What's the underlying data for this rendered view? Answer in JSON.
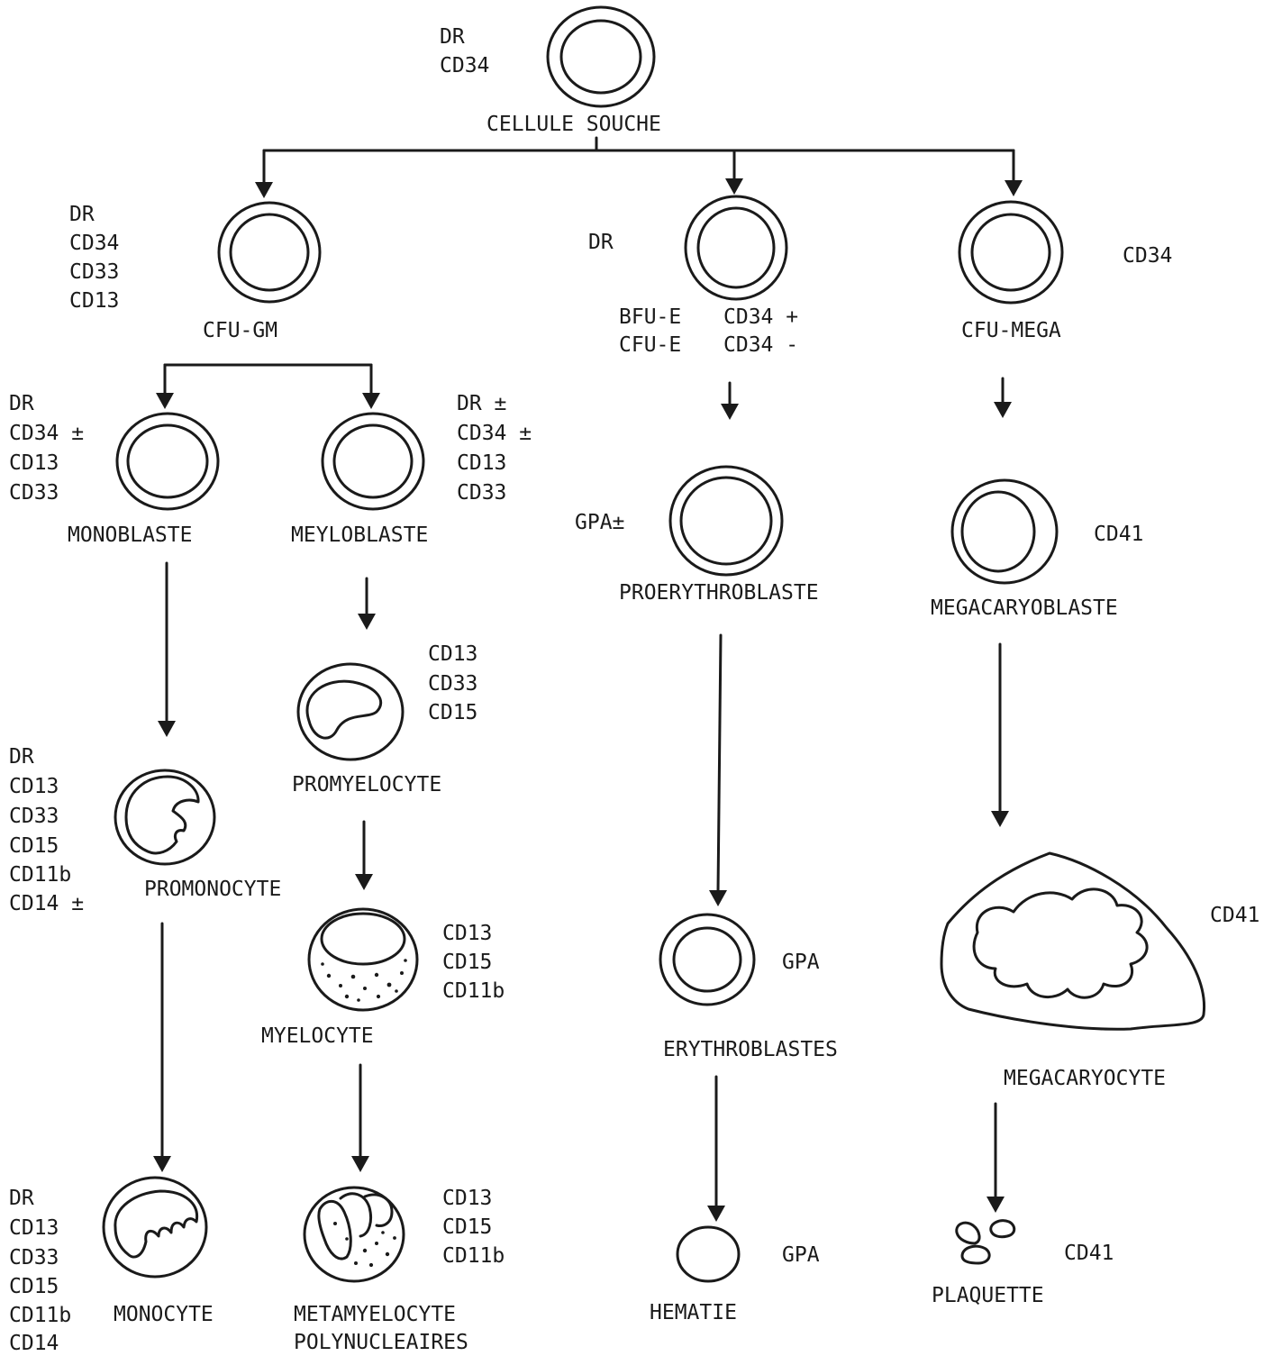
{
  "diagram": {
    "stem": {
      "name": "CELLULE SOUCHE",
      "markers": [
        "DR",
        "CD34"
      ]
    },
    "cfu_gm": {
      "name": "CFU-GM",
      "markers": [
        "DR",
        "CD34",
        "CD33",
        "CD13"
      ]
    },
    "erythroid_progenitor": {
      "markers": [
        "DR"
      ],
      "line1_name": "BFU-E",
      "line1_marker": "CD34 +",
      "line2_name": "CFU-E",
      "line2_marker": "CD34 -"
    },
    "cfu_mega": {
      "name": "CFU-MEGA",
      "markers": [
        "CD34"
      ]
    },
    "monoblaste": {
      "name": "MONOBLASTE",
      "markers": [
        "DR",
        "CD34 ±",
        "CD13",
        "CD33"
      ]
    },
    "meyloblaste": {
      "name": "MEYLOBLASTE",
      "markers": [
        "DR ±",
        "CD34 ±",
        "CD13",
        "CD33"
      ]
    },
    "proerythroblaste": {
      "name": "PROERYTHROBLASTE",
      "markers": [
        "GPA±"
      ]
    },
    "megacaryoblaste": {
      "name": "MEGACARYOBLASTE",
      "markers": [
        "CD41"
      ]
    },
    "promyelocyte": {
      "name": "PROMYELOCYTE",
      "markers": [
        "CD13",
        "CD33",
        "CD15"
      ]
    },
    "promonocyte": {
      "name": "PROMONOCYTE",
      "markers": [
        "DR",
        "CD13",
        "CD33",
        "CD15",
        "CD11b",
        "CD14 ±"
      ]
    },
    "myelocyte": {
      "name": "MYELOCYTE",
      "markers": [
        "CD13",
        "CD15",
        "CD11b"
      ]
    },
    "erythroblastes": {
      "name": "ERYTHROBLASTES",
      "markers": [
        "GPA"
      ]
    },
    "megacaryocyte": {
      "name": "MEGACARYOCYTE",
      "markers": [
        "CD41"
      ]
    },
    "monocyte": {
      "name": "MONOCYTE",
      "markers": [
        "DR",
        "CD13",
        "CD33",
        "CD15",
        "CD11b",
        "CD14"
      ]
    },
    "metamyelocyte": {
      "name_line1": "METAMYELOCYTE",
      "name_line2": "POLYNUCLEAIRES",
      "markers": [
        "CD13",
        "CD15",
        "CD11b"
      ]
    },
    "hematie": {
      "name": "HEMATIE",
      "markers": [
        "GPA"
      ]
    },
    "plaquette": {
      "name": "PLAQUETTE",
      "markers": [
        "CD41"
      ]
    }
  }
}
